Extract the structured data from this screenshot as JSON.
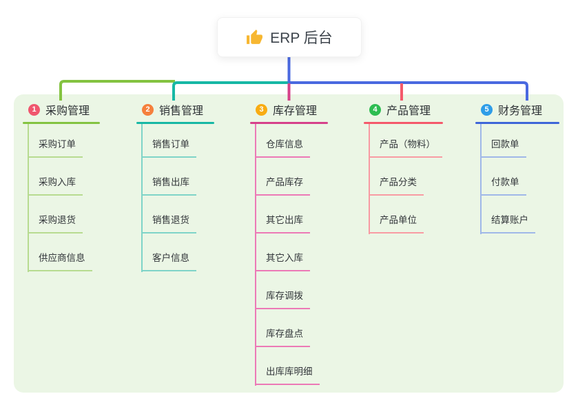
{
  "root": {
    "label": "ERP 后台",
    "icon": "thumbs-up-icon"
  },
  "branches": [
    {
      "index": "1",
      "label": "采购管理",
      "badge_color": "#f0566e",
      "line_color": "#84c341",
      "light_color": "#b7db90",
      "children": [
        "采购订单",
        "采购入库",
        "采购退货",
        "供应商信息"
      ]
    },
    {
      "index": "2",
      "label": "销售管理",
      "badge_color": "#f5803d",
      "line_color": "#17b8a5",
      "light_color": "#7fd4c8",
      "children": [
        "销售订单",
        "销售出库",
        "销售退货",
        "客户信息"
      ]
    },
    {
      "index": "3",
      "label": "库存管理",
      "badge_color": "#f8ac12",
      "line_color": "#d6418a",
      "light_color": "#ec79b6",
      "children": [
        "仓库信息",
        "产品库存",
        "其它出库",
        "其它入库",
        "库存调拨",
        "库存盘点",
        "出库库明细"
      ]
    },
    {
      "index": "4",
      "label": "产品管理",
      "badge_color": "#2dbd51",
      "line_color": "#f4596b",
      "light_color": "#f89ba3",
      "children": [
        "产品（物料）",
        "产品分类",
        "产品单位"
      ]
    },
    {
      "index": "5",
      "label": "财务管理",
      "badge_color": "#2e9de8",
      "line_color": "#3e66d8",
      "light_color": "#a0b8e8",
      "children": [
        "回款单",
        "付款单",
        "结算账户"
      ]
    }
  ],
  "colors": {
    "panel_bg": "#ebf6e5",
    "root_connector": "#4a69e0",
    "icon_yellow": "#f7b731",
    "heading_text": "#2c3034",
    "child_text": "#33373b",
    "root_text": "#3c434b"
  }
}
